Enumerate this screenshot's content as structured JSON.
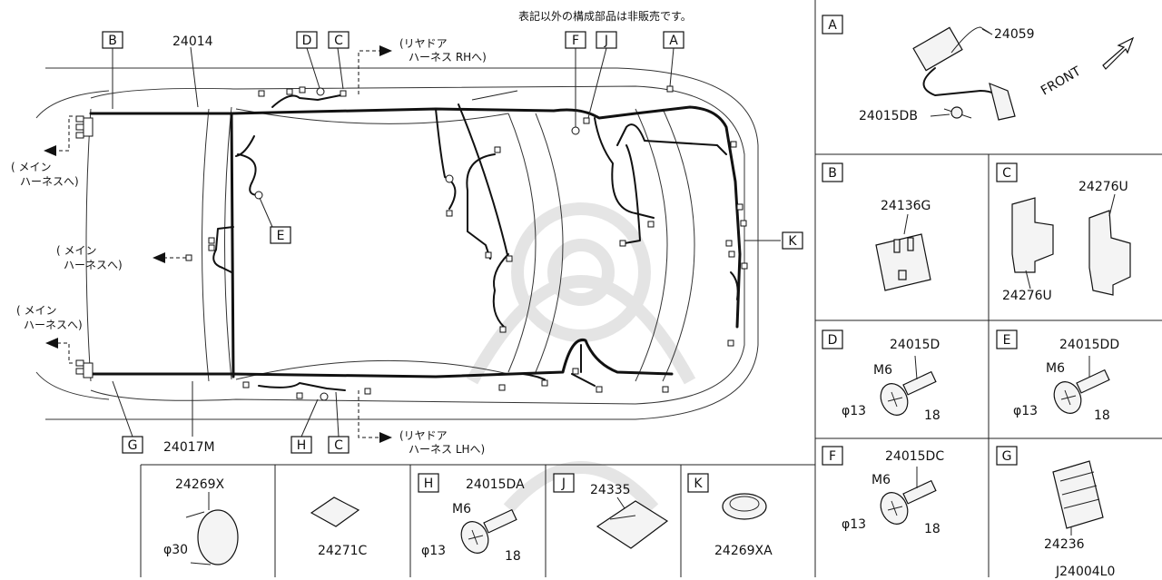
{
  "diagram": {
    "note": "表記以外の構成部品は非販売です。",
    "drawing_code": "J24004L0",
    "main_labels": {
      "main_harness_part": "24014",
      "lower_harness_part": "24017M"
    },
    "arrows": {
      "rear_door_rh": [
        "(リヤドア",
        "ハーネス RHへ)"
      ],
      "rear_door_lh": [
        "(リヤドア",
        "ハーネス LHへ)"
      ],
      "main_left_top": [
        "( メイン",
        "ハーネスへ)"
      ],
      "main_left_mid": [
        "( メイン",
        "ハーネスへ)"
      ],
      "main_left_bottom": [
        "( メイン",
        "ハーネスへ)"
      ]
    },
    "callouts": {
      "B": "B",
      "D": "D",
      "C_top": "C",
      "F": "F",
      "J": "J",
      "A": "A",
      "E": "E",
      "K": "K",
      "H": "H",
      "C_bottom": "C",
      "G": "G"
    },
    "detail_panels": {
      "A": {
        "letter": "A",
        "parts": [
          "24059",
          "24015DB"
        ],
        "front_label": "FRONT"
      },
      "B": {
        "letter": "B",
        "parts": [
          "24136G"
        ]
      },
      "C": {
        "letter": "C",
        "parts": [
          "24276U",
          "24276U"
        ]
      },
      "D": {
        "letter": "D",
        "parts": [
          "24015D"
        ],
        "thread": "M6",
        "dia": "φ13",
        "len": "18"
      },
      "E": {
        "letter": "E",
        "parts": [
          "24015DD"
        ],
        "thread": "M6",
        "dia": "φ13",
        "len": "18"
      },
      "F": {
        "letter": "F",
        "parts": [
          "24015DC"
        ],
        "thread": "M6",
        "dia": "φ13",
        "len": "18"
      },
      "G": {
        "letter": "G",
        "parts": [
          "24236"
        ]
      },
      "H": {
        "letter": "H",
        "parts": [
          "24015DA"
        ],
        "thread": "M6",
        "dia": "φ13",
        "len": "18"
      },
      "J": {
        "letter": "J",
        "parts": [
          "24335"
        ]
      },
      "K": {
        "letter": "K",
        "parts": [
          "24269XA"
        ]
      }
    },
    "bottom_parts": {
      "p1": {
        "part": "24269X",
        "dia": "φ30"
      },
      "p2": {
        "part": "24271C"
      }
    }
  }
}
